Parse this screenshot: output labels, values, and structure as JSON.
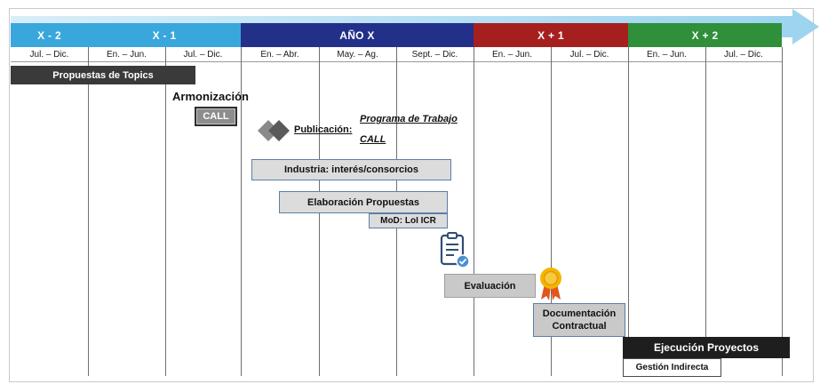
{
  "years": [
    {
      "label": "X - 2",
      "color": "#3aa7dc"
    },
    {
      "label": "X - 1",
      "color": "#3aa7dc"
    },
    {
      "label": "AÑO X",
      "color": "#23308a"
    },
    {
      "label": "X + 1",
      "color": "#a61f1f"
    },
    {
      "label": "X + 2",
      "color": "#2f8f3a"
    }
  ],
  "periods": [
    "Jul. – Dic.",
    "En. – Jun.",
    "Jul. – Dic.",
    "En. – Abr.",
    "May. – Ag.",
    "Sept. – Dic.",
    "En. – Jun.",
    "Jul. – Dic.",
    "En. – Jun.",
    "Jul. – Dic."
  ],
  "items": {
    "propuestas_topics": "Propuestas de Topics",
    "armonizacion": "Armonización",
    "call_button": "CALL",
    "publicacion": "Publicación:",
    "programa_trabajo": "Programa de Trabajo",
    "call_link": "CALL",
    "industria": "Industria: interés/consorcios",
    "elaboracion": "Elaboración Propuestas",
    "mod_loi": "MoD: LoI ICR",
    "evaluacion": "Evaluación",
    "documentacion_l1": "Documentación",
    "documentacion_l2": "Contractual",
    "ejecucion": "Ejecución Proyectos",
    "gestion": "Gestión Indirecta"
  },
  "icons": [
    "diamond-icon",
    "clipboard-check-icon",
    "award-ribbon-icon"
  ]
}
